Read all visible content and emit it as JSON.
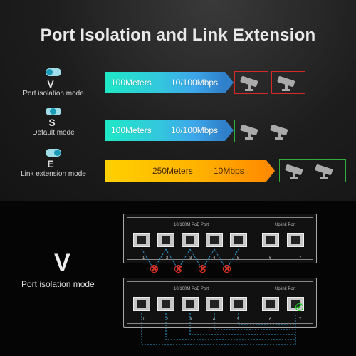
{
  "title": "Port Isolation and Link Extension",
  "modes": [
    {
      "letter": "V",
      "label": "Port isolation mode",
      "distance": "100Meters",
      "speed": "10/100Mbps",
      "box_color": "#d62a2a"
    },
    {
      "letter": "S",
      "label": "Default mode",
      "distance": "100Meters",
      "speed": "10/100Mbps",
      "box_color": "#2fae3a"
    },
    {
      "letter": "E",
      "label": "Link extension mode",
      "distance": "250Meters",
      "speed": "10Mbps",
      "box_color": "#2fae3a"
    }
  ],
  "diagram": {
    "big_letter": "V",
    "label": "Port isolation mode",
    "poe_label": "10/100M PoE Port",
    "uplink_label": "Uplink Port",
    "port_numbers": [
      "1",
      "2",
      "3",
      "4",
      "5",
      "6",
      "7"
    ]
  },
  "colors": {
    "cyan_start": "#1ee8c6",
    "blue_end": "#2f7fc9",
    "orange_start": "#ffd000",
    "orange_end": "#ff8c00",
    "blocked": "#d32222",
    "allowed": "#22cc22",
    "link_line": "#2e9fd6"
  },
  "icons": [
    "toggle-icon",
    "camera-icon",
    "blocked-x-icon",
    "check-icon",
    "ethernet-port-icon"
  ]
}
